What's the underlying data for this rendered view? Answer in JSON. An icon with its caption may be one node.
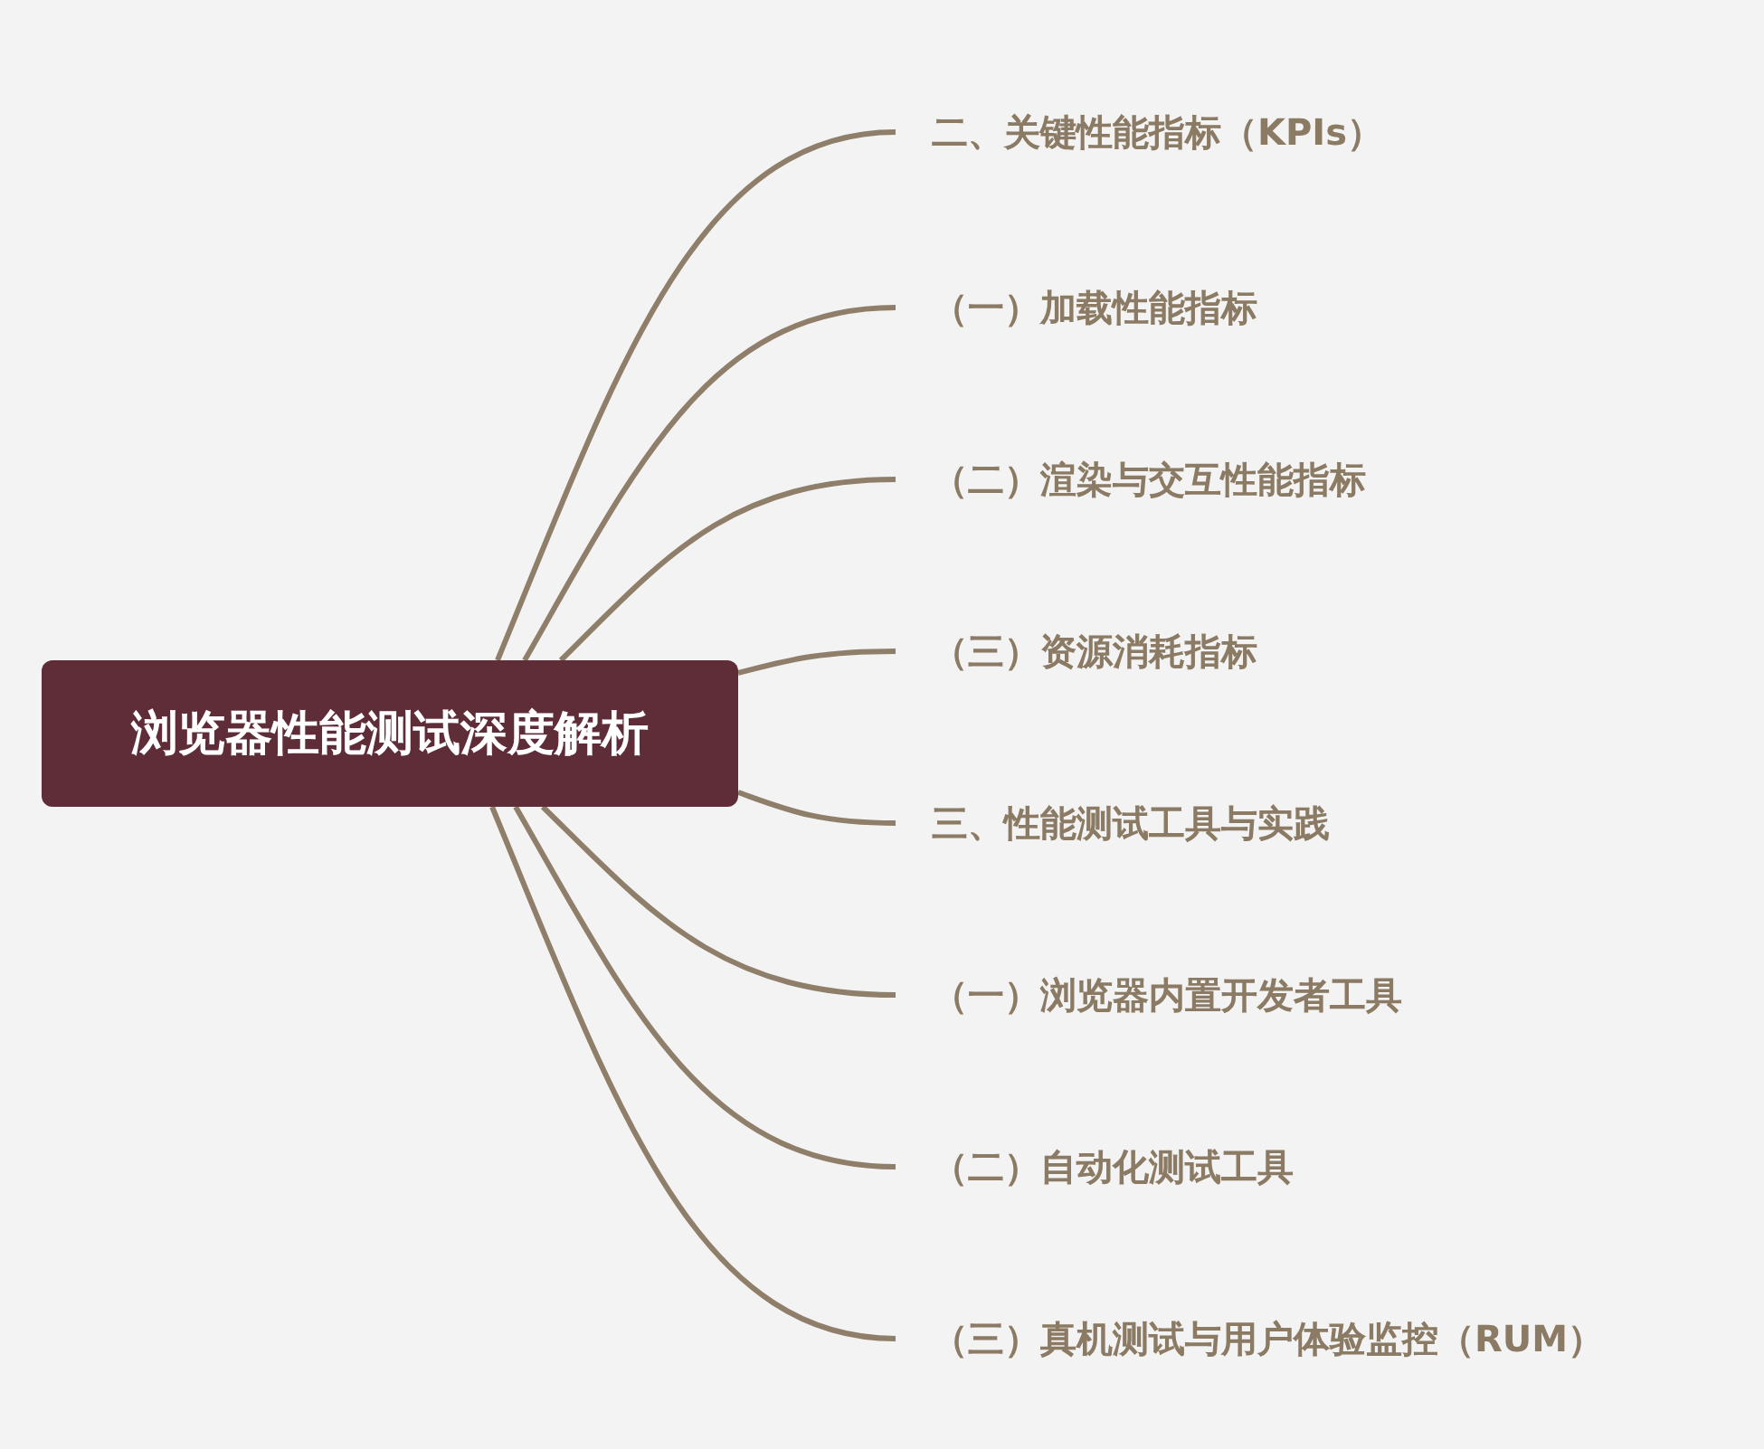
{
  "diagram": {
    "nodes": [
      {
        "text": [
          "浏览器性能测试深度解析"
        ]
      },
      {
        "text": [
          "二、关键性能指标（KPIs）"
        ]
      },
      {
        "text": [
          "（一）加载性能指标"
        ]
      },
      {
        "text": [
          "（二）渲染与交互性能指标"
        ]
      },
      {
        "text": [
          "（三）资源消耗指标"
        ]
      },
      {
        "text": [
          "三、性能测试工具与实践"
        ]
      },
      {
        "text": [
          "（一）浏览器内置开发者工具"
        ]
      },
      {
        "text": [
          "（二）自动化测试工具"
        ]
      },
      {
        "text": [
          "（三）真机测试与用户体验监控（RUM）"
        ]
      }
    ],
    "edges": [
      {
        "from": 0,
        "to": 1,
        "arrow": "none"
      },
      {
        "from": 0,
        "to": 2,
        "arrow": "none"
      },
      {
        "from": 0,
        "to": 3,
        "arrow": "none"
      },
      {
        "from": 0,
        "to": 4,
        "arrow": "none"
      },
      {
        "from": 0,
        "to": 5,
        "arrow": "none"
      },
      {
        "from": 0,
        "to": 6,
        "arrow": "none"
      },
      {
        "from": 0,
        "to": 7,
        "arrow": "none"
      },
      {
        "from": 0,
        "to": 8,
        "arrow": "none"
      }
    ]
  }
}
